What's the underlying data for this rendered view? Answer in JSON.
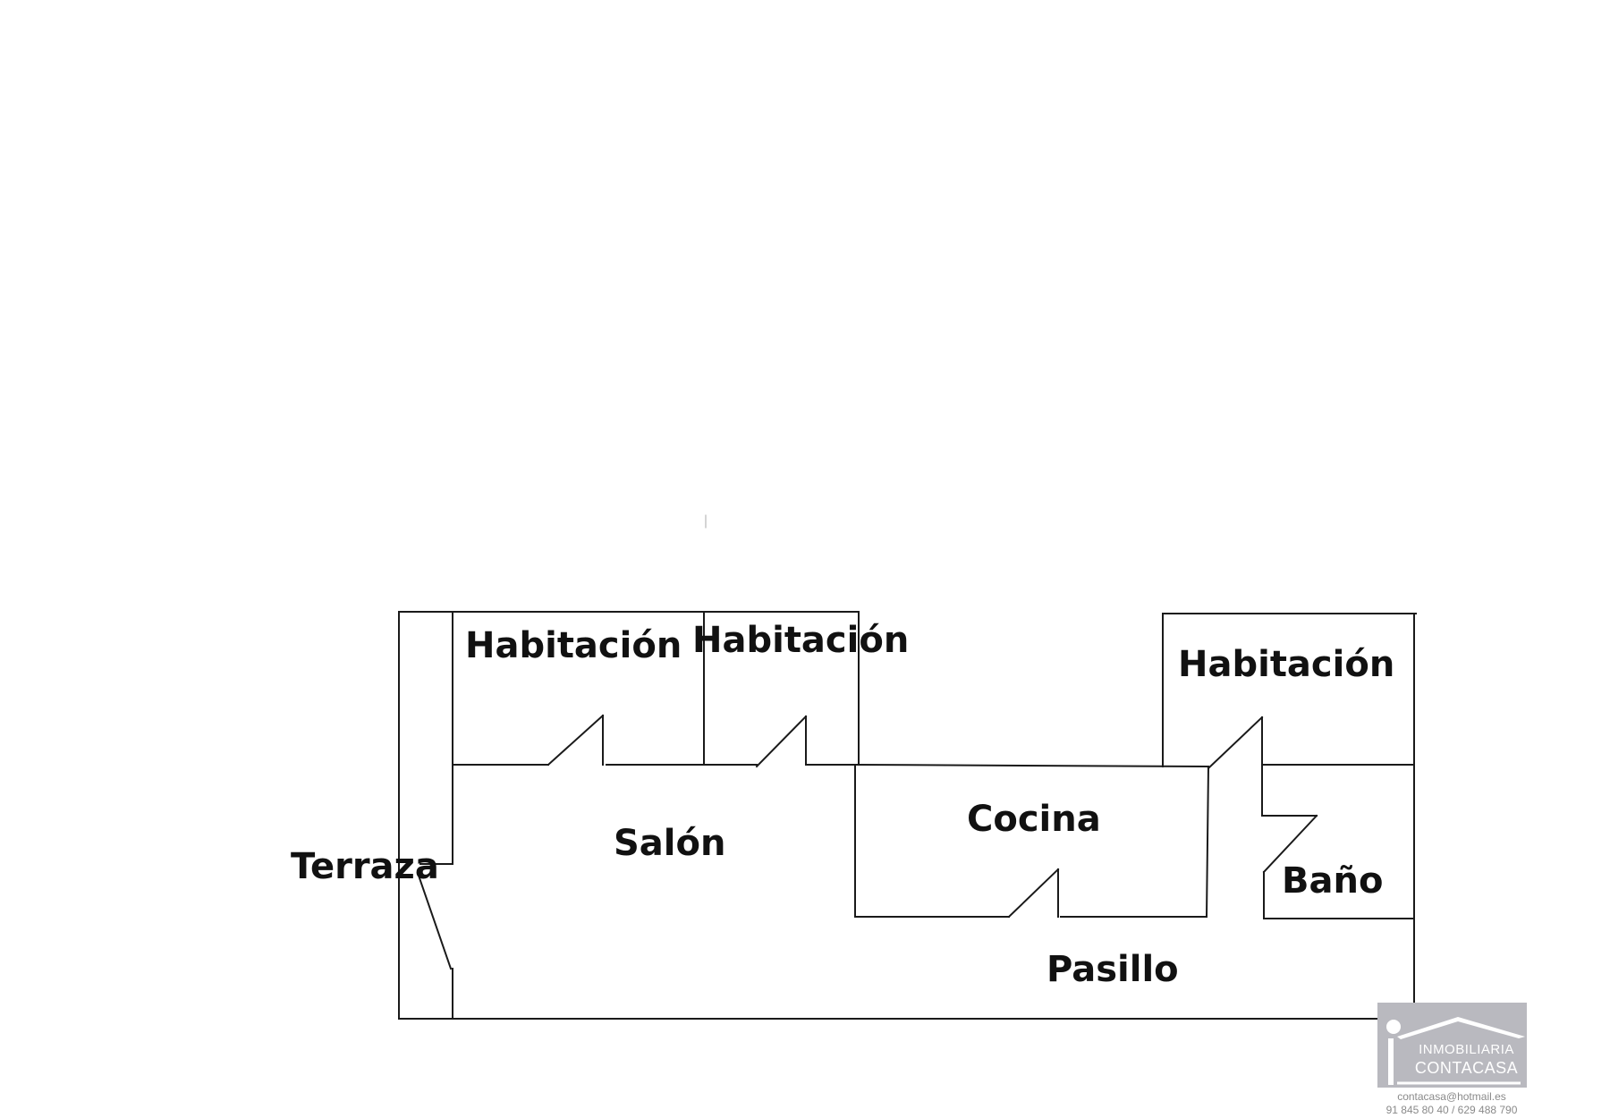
{
  "rooms": {
    "habitacion_1": "Habitación",
    "habitacion_2": "Habitación",
    "habitacion_3": "Habitación",
    "salon": "Salón",
    "cocina": "Cocina",
    "terraza": "Terraza",
    "bano": "Baño",
    "pasillo": "Pasillo"
  },
  "watermark": {
    "line1": "INMOBILIARIA",
    "line2": "CONTACASA",
    "email": "contacasa@hotmail.es",
    "phone": "91 845 80 40 / 629 488 790"
  },
  "colors": {
    "walls": "#1a1a1a",
    "labels": "#111111",
    "logo_background": "#b9b9bf"
  }
}
